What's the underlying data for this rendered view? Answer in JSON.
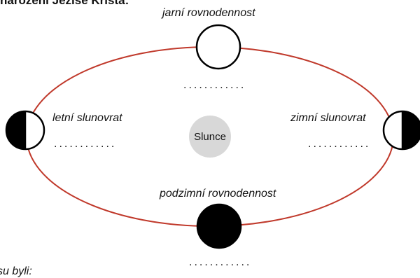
{
  "header": {
    "text": "narození Ježíše Krista:"
  },
  "diagram": {
    "sun_label": "Slunce",
    "orbit_color": "#c0392b",
    "sun_color": "#d8d8d8",
    "labels": {
      "spring": "jarní rovnodennost",
      "summer": "letní slunovrat",
      "winter": "zimní slunovrat",
      "autumn": "podzimní rovnodennost"
    },
    "blanks": {
      "top": "............",
      "left": "............",
      "right": "............",
      "bottom": "............"
    }
  },
  "footer": {
    "text": "su byli:"
  }
}
